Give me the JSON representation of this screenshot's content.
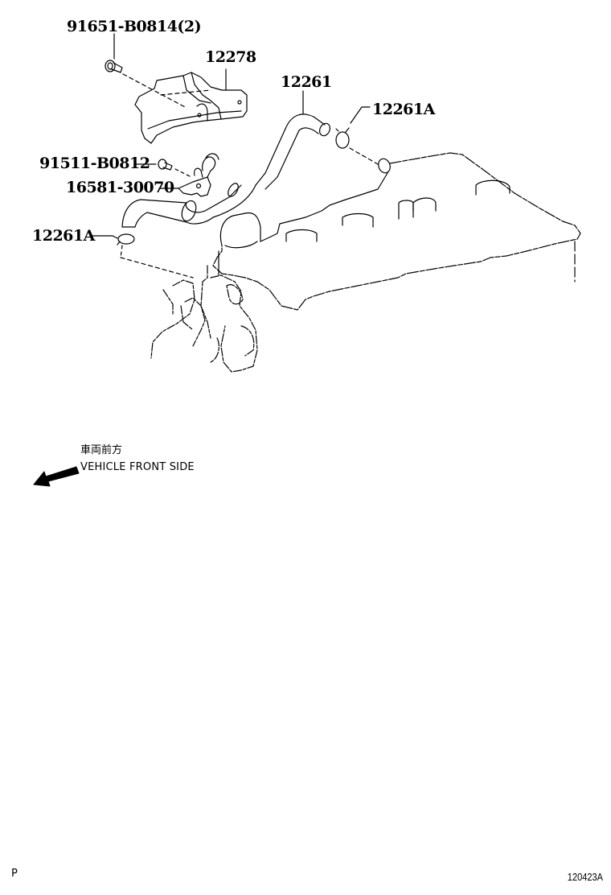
{
  "diagram": {
    "type": "exploded-parts-diagram",
    "subject": "Ventilation hose / engine head cover",
    "line_color": "#000000",
    "background": "#ffffff"
  },
  "parts": [
    {
      "id": "bolt-top",
      "label": "91651-B0814(2)",
      "description": "bolt"
    },
    {
      "id": "bracket",
      "label": "12278",
      "description": "bracket / cover"
    },
    {
      "id": "hose",
      "label": "12261",
      "description": "ventilation hose"
    },
    {
      "id": "clamp-right",
      "label": "12261A",
      "description": "hose clamp"
    },
    {
      "id": "bolt-mid",
      "label": "91511-B0812",
      "description": "bolt"
    },
    {
      "id": "clip-bracket",
      "label": "16581-30070",
      "description": "hose clip bracket"
    },
    {
      "id": "clamp-left",
      "label": "12261A",
      "description": "hose clamp"
    }
  ],
  "orientation_note": {
    "japanese": "車両前方",
    "english": "VEHICLE FRONT SIDE",
    "icon": "arrow-left-down-icon"
  },
  "footer": {
    "page_marker": "P",
    "figure_code": "120423A"
  }
}
